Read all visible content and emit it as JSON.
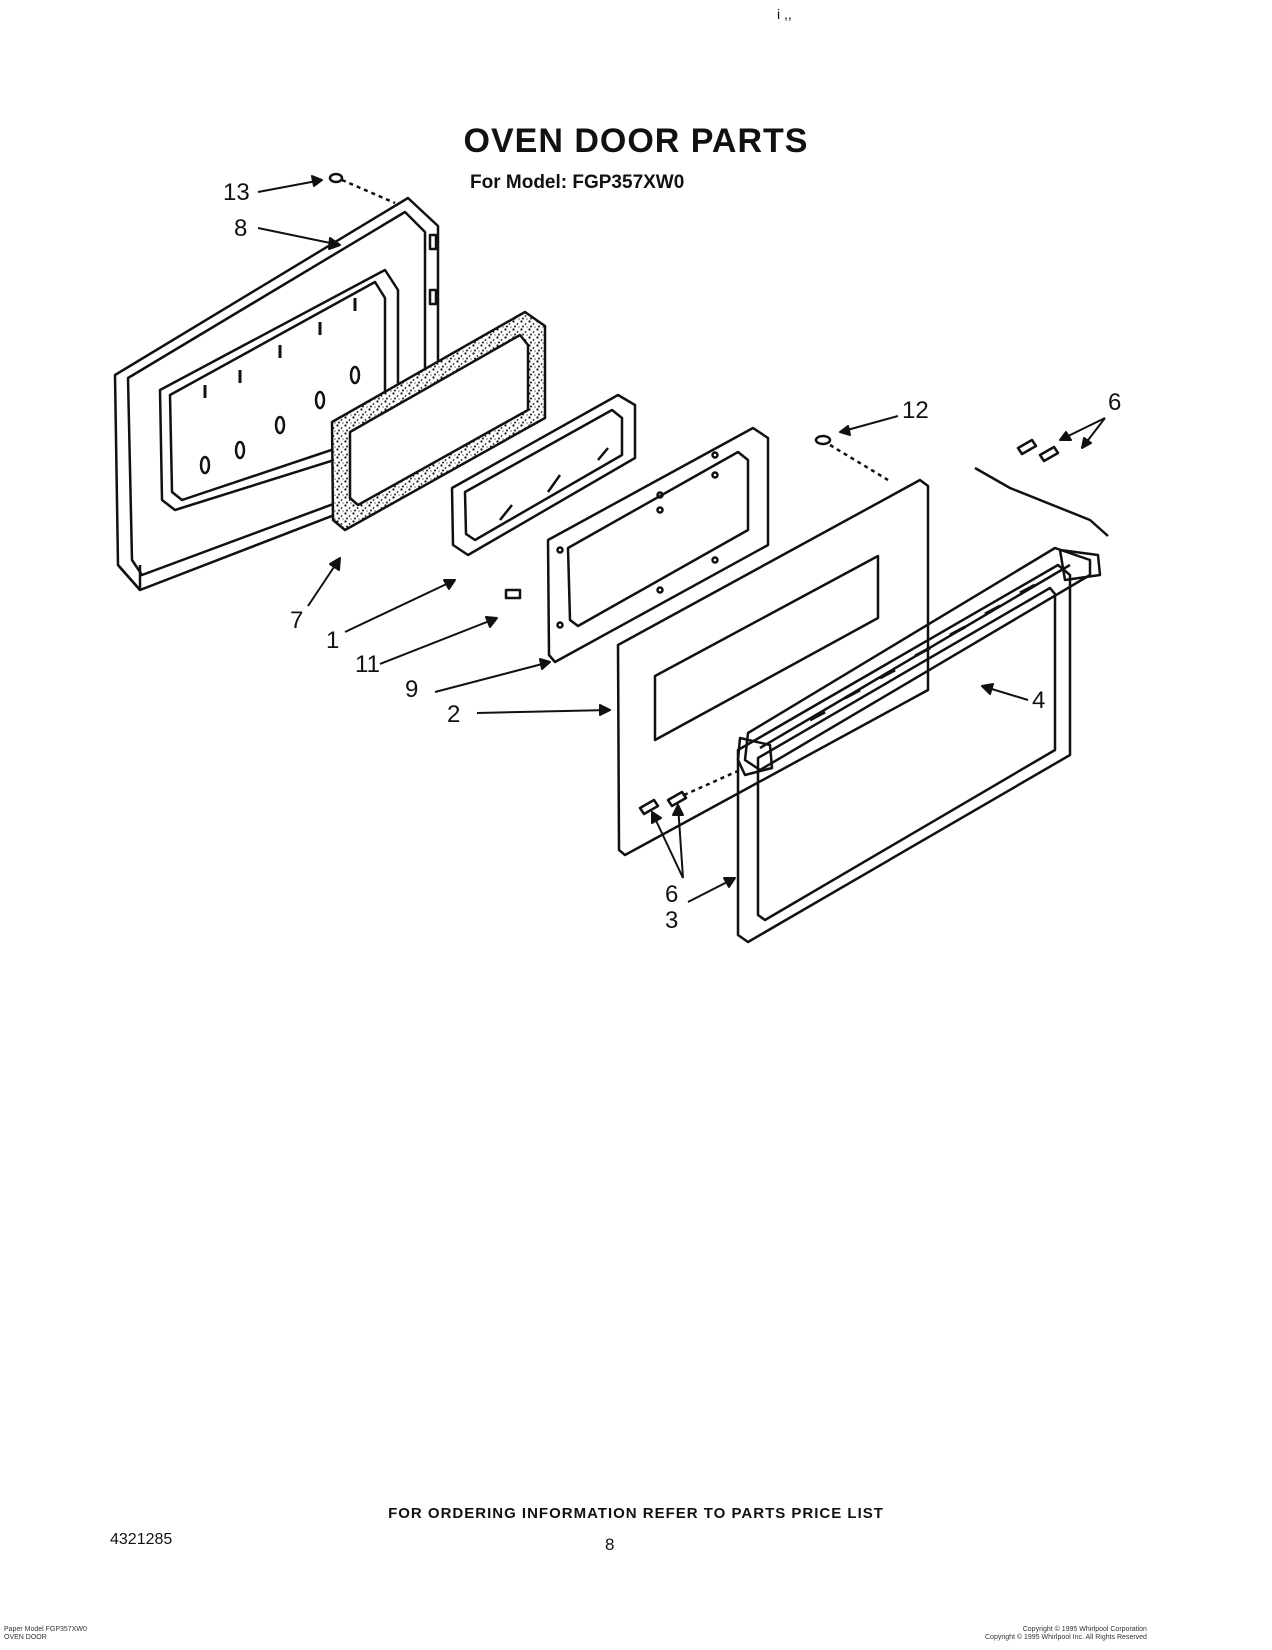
{
  "header": {
    "title": "OVEN DOOR PARTS",
    "subtitle": "For Model: FGP357XW0",
    "top_marks": "i     ,,"
  },
  "callouts": [
    {
      "id": "c13",
      "label": "13"
    },
    {
      "id": "c8",
      "label": "8"
    },
    {
      "id": "c12",
      "label": "12"
    },
    {
      "id": "c6a",
      "label": "6"
    },
    {
      "id": "c7",
      "label": "7"
    },
    {
      "id": "c1",
      "label": "1"
    },
    {
      "id": "c11",
      "label": "11"
    },
    {
      "id": "c9",
      "label": "9"
    },
    {
      "id": "c2",
      "label": "2"
    },
    {
      "id": "c4",
      "label": "4"
    },
    {
      "id": "c6b",
      "label": "6"
    },
    {
      "id": "c3",
      "label": "3"
    }
  ],
  "footer": {
    "order_note": "FOR ORDERING INFORMATION REFER TO PARTS PRICE LIST",
    "doc_number": "4321285",
    "page_number": "8",
    "left_fine_1": "Paper Model FGP357XW0",
    "left_fine_2": "OVEN DOOR",
    "right_fine_1": "Copyright © 1995 Whirlpool Corporation",
    "right_fine_2": "Copyright © 1995 Whirlpool Inc. All Rights Reserved"
  }
}
